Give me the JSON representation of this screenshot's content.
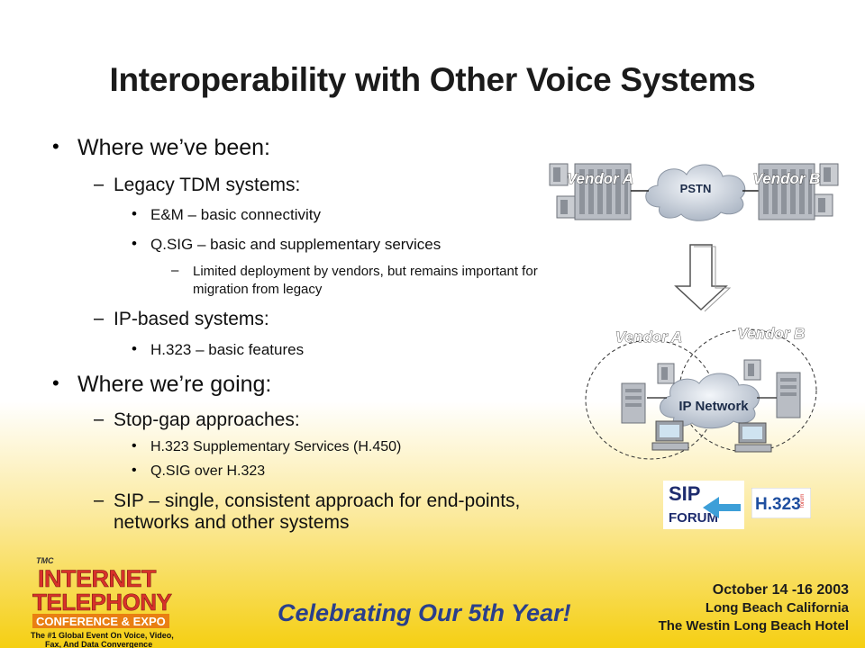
{
  "slide": {
    "title": "Interoperability with Other Voice Systems",
    "bullets": {
      "been": "Where we’ve been:",
      "legacy": "Legacy TDM systems:",
      "em": "E&M – basic connectivity",
      "qsig": "Q.SIG – basic and supplementary services",
      "limited": "Limited deployment by vendors, but remains important for migration from legacy",
      "ipbased": "IP-based systems:",
      "h323basic": "H.323 – basic features",
      "going": "Where we’re going:",
      "stopgap": "Stop-gap approaches:",
      "h450": "H.323 Supplementary Services (H.450)",
      "qsigover": "Q.SIG over H.323",
      "sip": "SIP – single, consistent approach for end-points, networks and other systems"
    }
  },
  "diagram": {
    "vendor_a_top": "Vendor A",
    "vendor_b_top": "Vendor B",
    "pstn": "PSTN",
    "vendor_a": "Vendor A",
    "vendor_b": "Vendor B",
    "ip_network": "IP Network"
  },
  "logos": {
    "sip_line1": "SIP",
    "sip_line2": "FORUM",
    "h323_main": "H.323",
    "h323_small": "forum"
  },
  "banner": {
    "tmc": "TMC",
    "internet": "INTERNET",
    "telephony": "TELEPHONY",
    "conference": "CONFERENCE & EXPO",
    "tagline1": "The #1 Global Event On Voice, Video,",
    "tagline2": "Fax, And Data Convergence",
    "celebrating": "Celebrating Our 5th Year!",
    "dates": "October 14 -16 2003",
    "city": "Long Beach California",
    "hotel": "The Westin Long Beach Hotel"
  },
  "colors": {
    "banner_yellow": "#f6d40a",
    "banner_orange": "#e98a12",
    "logo_red": "#d8322a",
    "celebrate_blue": "#2a3f8c"
  }
}
